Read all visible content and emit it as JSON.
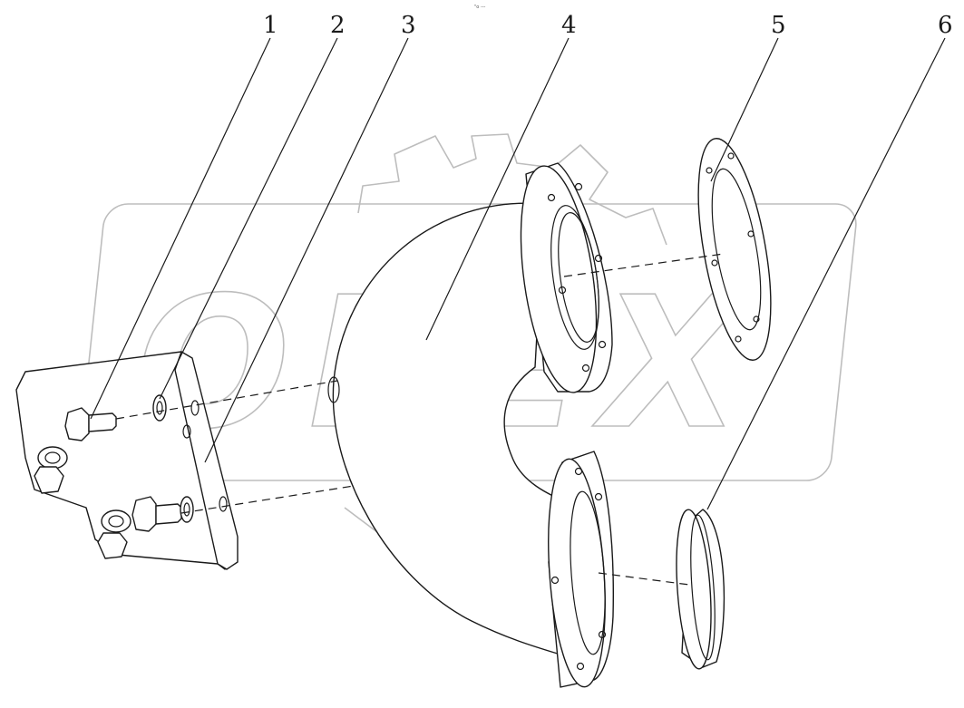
{
  "header_mark": "\"o ---",
  "callouts": [
    {
      "label": "1"
    },
    {
      "label": "2"
    },
    {
      "label": "3"
    },
    {
      "label": "4"
    },
    {
      "label": "5"
    },
    {
      "label": "6"
    }
  ],
  "watermark": {
    "text": "OPEX",
    "color": "#bdbdbd"
  },
  "colors": {
    "line": "#1a1a1a",
    "background": "#ffffff"
  }
}
